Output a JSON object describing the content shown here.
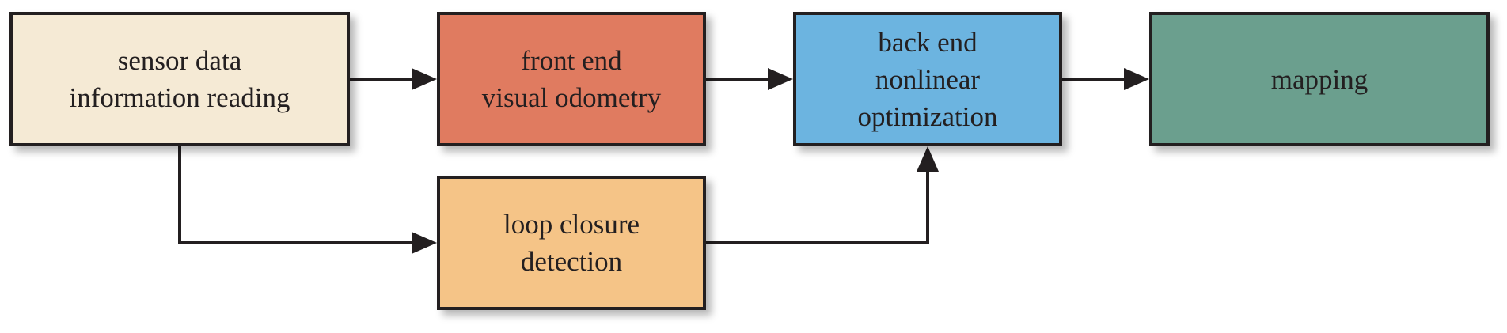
{
  "colors": {
    "sensor": "#f5ead5",
    "front_end": "#e07b60",
    "back_end": "#6cb4e0",
    "mapping": "#6b9f8e",
    "loop_closure": "#f5c487",
    "stroke": "#231f20"
  },
  "nodes": {
    "sensor": {
      "lines": [
        "sensor data",
        "information reading"
      ]
    },
    "front_end": {
      "lines": [
        "front end",
        "visual odometry"
      ]
    },
    "back_end": {
      "lines": [
        "back end",
        "nonlinear",
        "optimization"
      ]
    },
    "mapping": {
      "lines": [
        "mapping"
      ]
    },
    "loop_closure": {
      "lines": [
        "loop closure",
        "detection"
      ]
    }
  },
  "edges": [
    {
      "from": "sensor",
      "to": "front_end"
    },
    {
      "from": "front_end",
      "to": "back_end"
    },
    {
      "from": "back_end",
      "to": "mapping"
    },
    {
      "from": "sensor",
      "to": "loop_closure"
    },
    {
      "from": "loop_closure",
      "to": "back_end"
    }
  ]
}
